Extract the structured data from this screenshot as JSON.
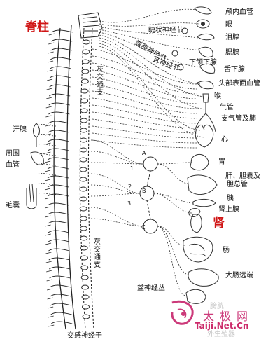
{
  "figure": {
    "colors": {
      "background": "#ffffff",
      "ink": "#111111",
      "highlight": "#d01515",
      "watermark": "#cc3a7a"
    },
    "spine_title": "脊柱",
    "kidney_title": "肾",
    "ganglia_labels": {
      "ciliary": "睫状神经节",
      "pterygopalatine": "蝶腭神经节",
      "otic": "耳神经节",
      "submandibular": "下颌下腺",
      "pelvic": "盆神经丛"
    },
    "chain_labels": {
      "white_rami_upper": "灰交通支",
      "white_rami_lower": "灰交通支",
      "trunk": "交感神经干"
    },
    "organ_labels": {
      "cranial_vessels": "颅内血管",
      "eye": "眼",
      "lacrimal": "泪腺",
      "parotid": "腮腺",
      "sublingual": "舌下腺",
      "head_surface_vessels": "头部表面血管",
      "larynx": "喉",
      "trachea": "气管",
      "bronchi_lungs": "支气管及肺",
      "heart": "心",
      "stomach": "胃",
      "liver_line1": "肝、胆囊及",
      "liver_line2": "胆总管",
      "pancreas": "胰",
      "adrenal": "肾上腺",
      "intestine": "肠",
      "colon_distal": "大肠远端",
      "bladder": "膀胱",
      "genitals": "外生殖器"
    },
    "skin_labels": {
      "sweat": "汗腺",
      "peripheral_vessels_line1": "周围",
      "peripheral_vessels_line2": "血管",
      "hair": "毛囊"
    },
    "ganglion_letters": [
      "A",
      "B",
      "C"
    ],
    "nerve_numbers": [
      "1",
      "2",
      "3"
    ],
    "watermark": {
      "title": "太极网",
      "url": "Taiji.Net.Cn"
    }
  }
}
